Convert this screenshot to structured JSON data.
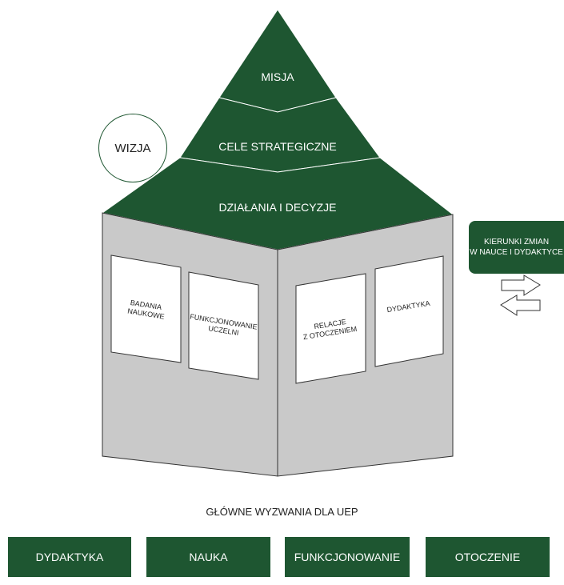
{
  "roof": {
    "misja": "MISJA",
    "cele": "CELE STRATEGICZNE",
    "dzialania": "DZIAŁANIA I DECYZJE"
  },
  "wizja": "WIZJA",
  "left_wall": {
    "panel_1": [
      "BADANIA",
      "NAUKOWE"
    ],
    "panel_2": [
      "FUNKCJONOWANIE",
      "UCZELNI"
    ]
  },
  "right_wall": {
    "panel_1": [
      "RELACJE",
      "Z OTOCZENIEM"
    ],
    "panel_2": [
      "DYDAKTYKA"
    ]
  },
  "kierunki": [
    "KIERUNKI ZMIAN",
    "W NAUCE I DYDAKTYCE"
  ],
  "challenges": {
    "title": "GŁÓWNE WYZWANIA DLA UEP",
    "items": [
      "DYDAKTYKA",
      "NAUKA",
      "FUNKCJONOWANIE",
      "OTOCZENIE"
    ]
  },
  "colors": {
    "green": "#1e5631",
    "wall": "#c9c9c9",
    "outline": "#333333"
  }
}
